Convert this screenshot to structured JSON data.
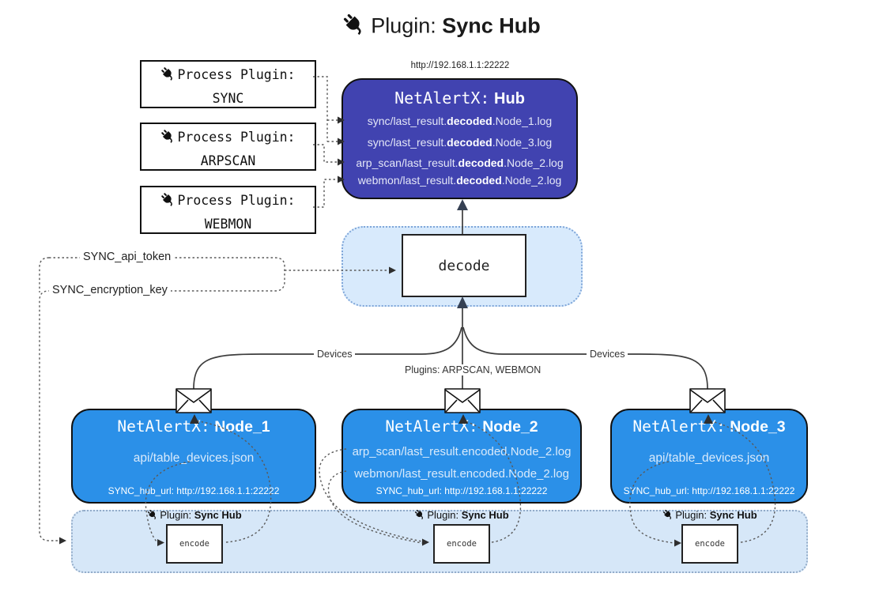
{
  "title": {
    "prefix": "Plugin:",
    "name": "Sync Hub"
  },
  "hub": {
    "url": "http://192.168.1.1:22222",
    "title_prefix": "NetAlertX:",
    "title_name": "Hub",
    "logs": [
      {
        "pre": "sync/last_result.",
        "bold": "decoded",
        "post": ".Node_1.log"
      },
      {
        "pre": "sync/last_result.",
        "bold": "decoded",
        "post": ".Node_3.log"
      },
      {
        "pre": "arp_scan/last_result.",
        "bold": "decoded",
        "post": ".Node_2.log"
      },
      {
        "pre": "webmon/last_result.",
        "bold": "decoded",
        "post": ".Node_2.log"
      }
    ]
  },
  "process_plugins": [
    {
      "label": "Process Plugin:",
      "name": "SYNC"
    },
    {
      "label": "Process Plugin:",
      "name": "ARPSCAN"
    },
    {
      "label": "Process Plugin:",
      "name": "WEBMON"
    }
  ],
  "secrets": {
    "api_token": "SYNC_api_token",
    "encryption_key": "SYNC_encryption_key"
  },
  "decode": {
    "label": "decode"
  },
  "encode": {
    "label": "encode",
    "plugin_prefix": "Plugin:",
    "plugin_name": "Sync Hub"
  },
  "edges": {
    "devices_left": "Devices",
    "devices_right": "Devices",
    "plugins_middle": "Plugins: ARPSCAN, WEBMON"
  },
  "nodes": [
    {
      "title_prefix": "NetAlertX:",
      "title_name": "Node_1",
      "lines": [
        "api/table_devices.json"
      ],
      "hub_url": "SYNC_hub_url: http://192.168.1.1:22222"
    },
    {
      "title_prefix": "NetAlertX:",
      "title_name": "Node_2",
      "lines": [
        "arp_scan/last_result.encoded.Node_2.log",
        "webmon/last_result.encoded.Node_2.log"
      ],
      "hub_url": "SYNC_hub_url: http://192.168.1.1:22222"
    },
    {
      "title_prefix": "NetAlertX:",
      "title_name": "Node_3",
      "lines": [
        "api/table_devices.json"
      ],
      "hub_url": "SYNC_hub_url: http://192.168.1.1:22222"
    }
  ],
  "colors": {
    "hub_fill": "#4143b0",
    "node_fill": "#2b90e8",
    "band_fill": "#d6e7f8",
    "decode_area_fill": "#d8eafc"
  }
}
